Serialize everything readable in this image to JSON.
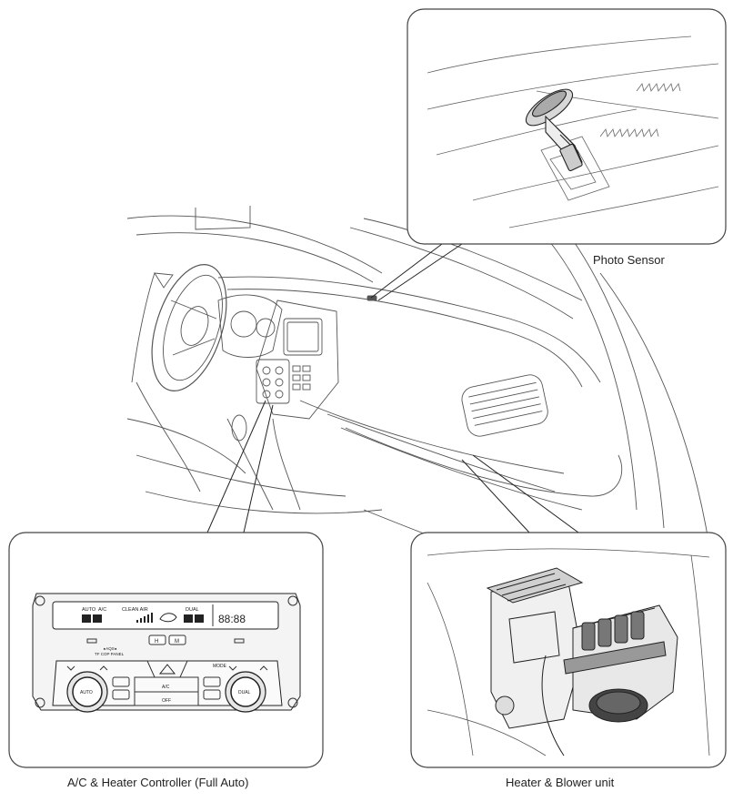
{
  "labels": {
    "photo_sensor": "Photo Sensor",
    "controller": "A/C & Heater Controller (Full Auto)",
    "blower": "Heater & Blower unit"
  },
  "controller_panel": {
    "display_auto": "AUTO",
    "display_ac": "A/C",
    "display_clean_air": "CLEAN AIR",
    "display_dual": "DUAL",
    "display_clock": "88:88",
    "button_h": "H",
    "button_m": "M",
    "top_panel_line1": "▸AQS◂",
    "top_panel_line2": "TF COP PANEL",
    "knob_left_label": "AUTO",
    "knob_right_label": "DUAL",
    "center_ac": "A/C",
    "center_off": "OFF",
    "mode_label": "MODE"
  },
  "colors": {
    "line": "#333333",
    "box_border": "#444444"
  }
}
